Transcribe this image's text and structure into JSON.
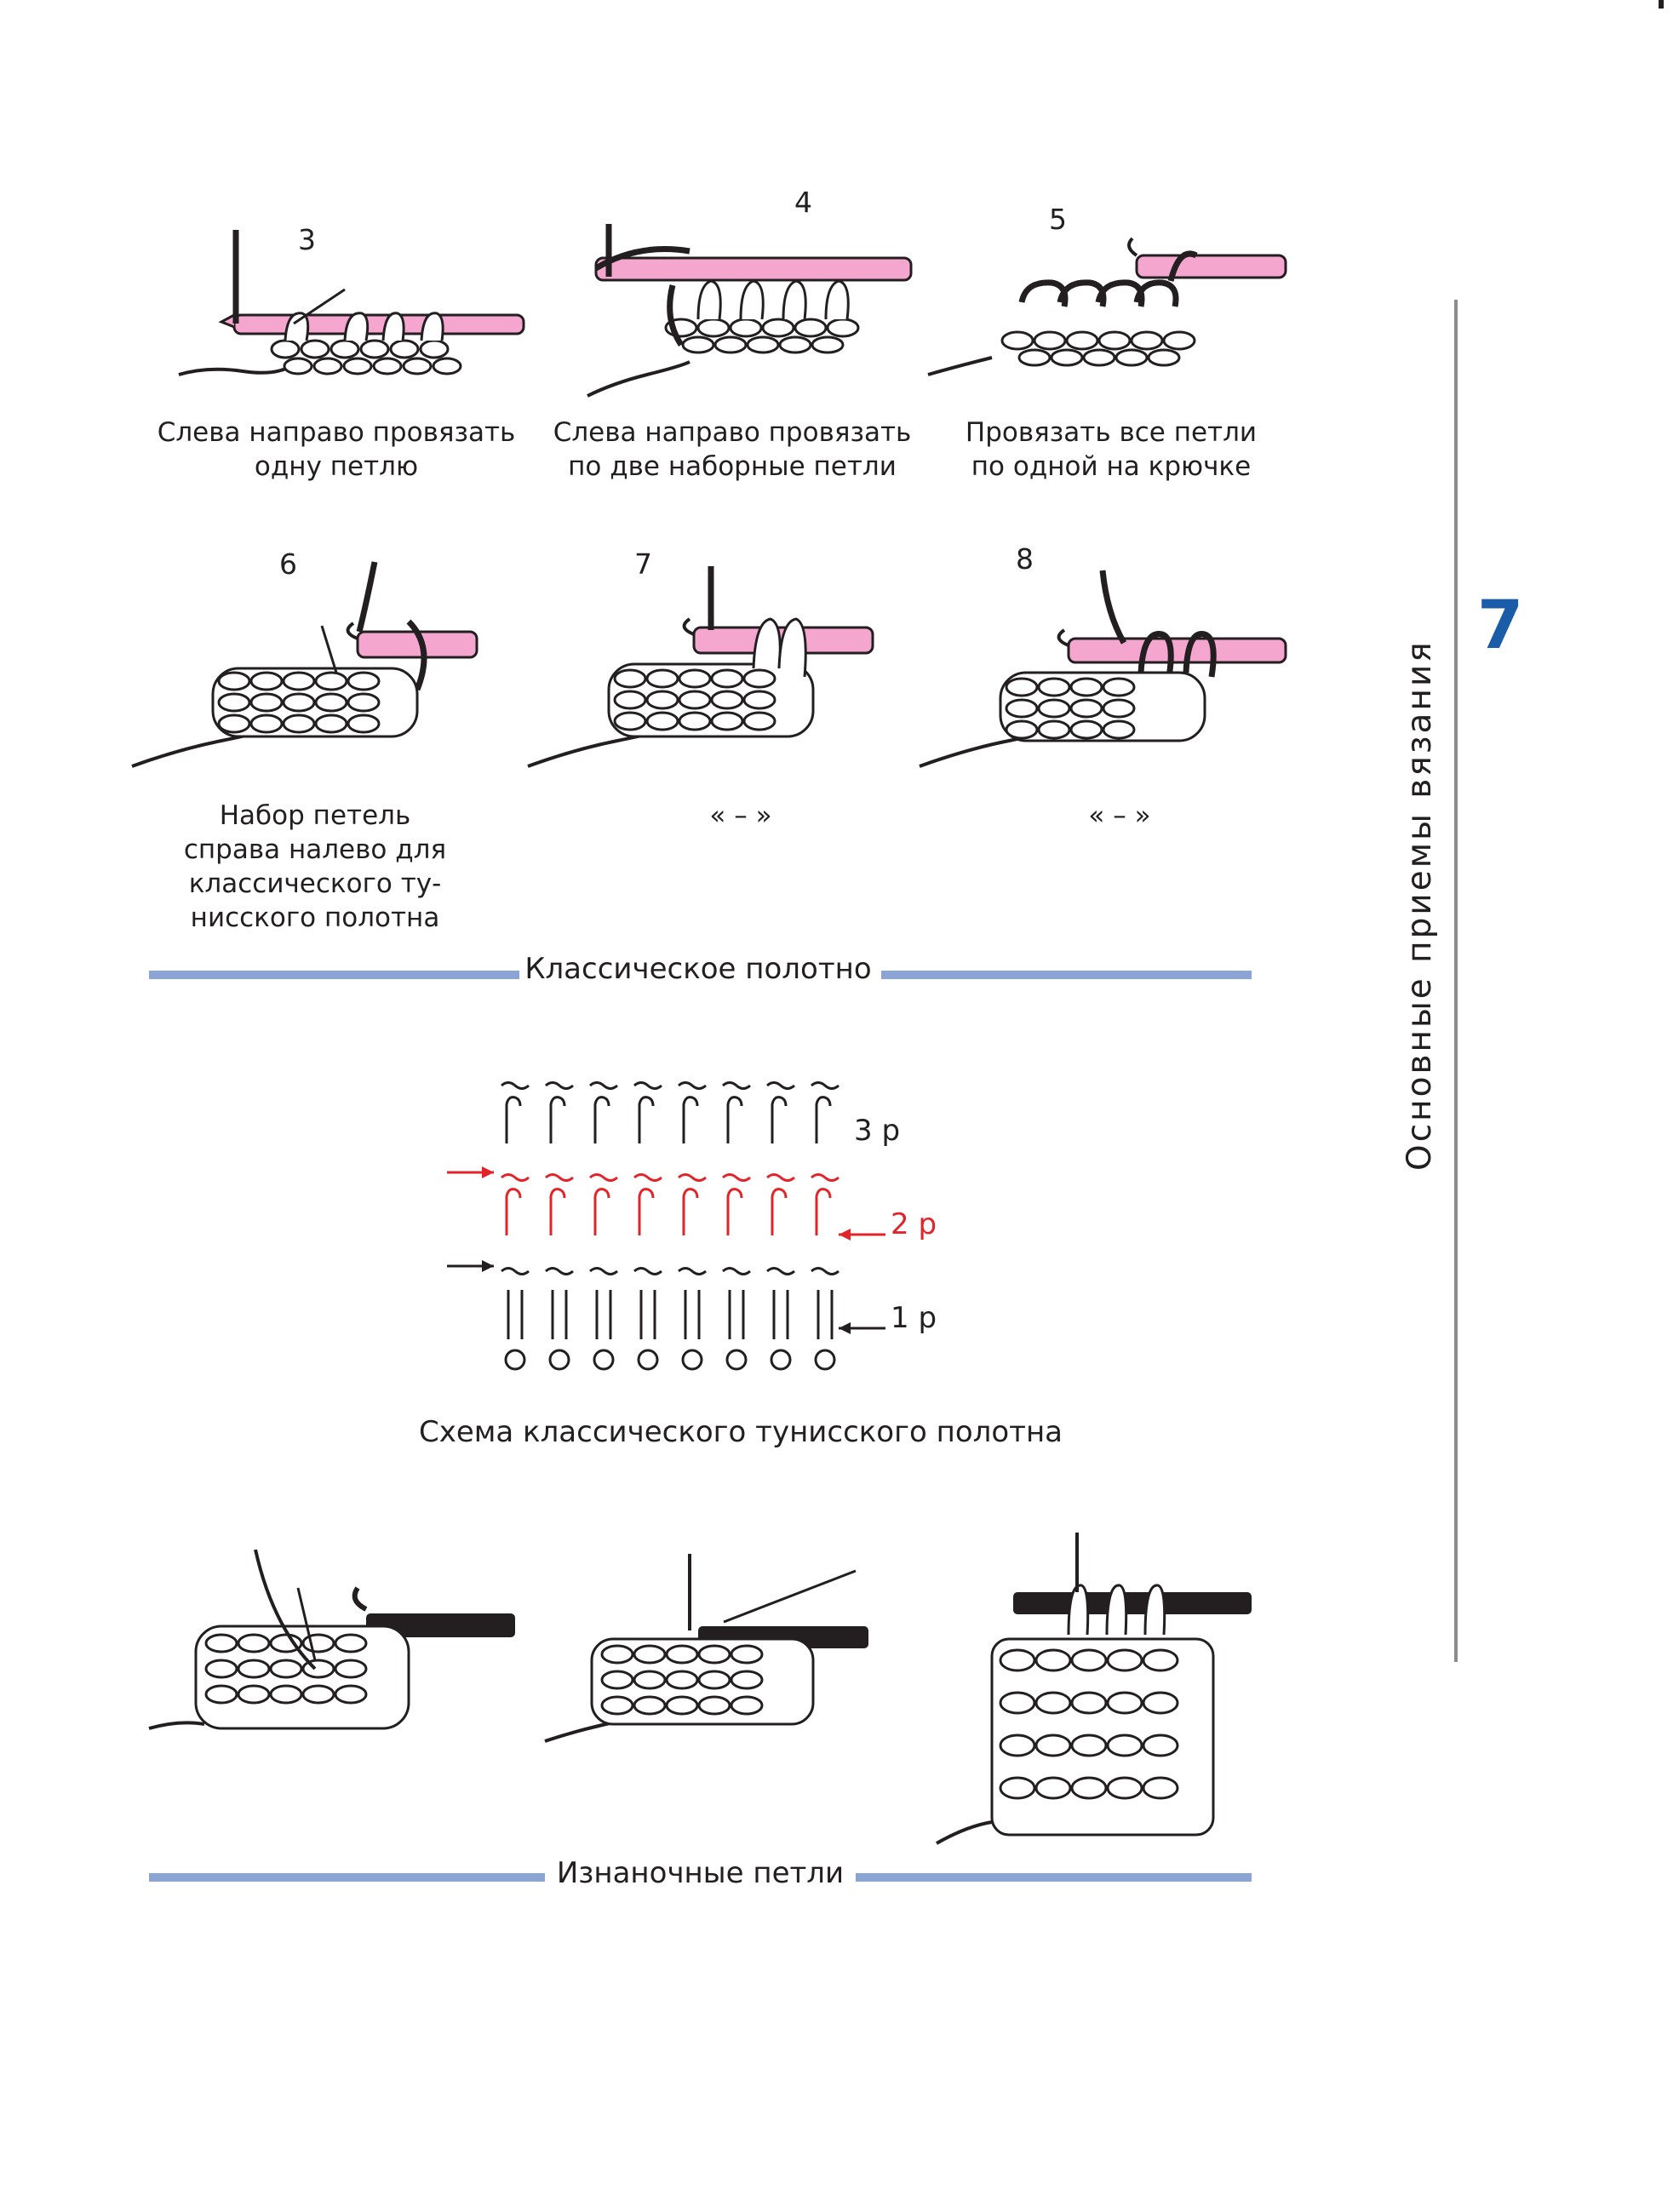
{
  "chapter": {
    "number": "7",
    "title": "Основные приемы вязания"
  },
  "steps": [
    {
      "number": "3",
      "caption": [
        "Слева направо провязать",
        "одну петлю"
      ]
    },
    {
      "number": "4",
      "caption": [
        "Слева направо провязать",
        "по  две наборные петли"
      ]
    },
    {
      "number": "5",
      "caption": [
        "Провязать все петли",
        "по одной на крючке"
      ]
    },
    {
      "number": "6",
      "caption": [
        "Набор петель",
        "справа налево для",
        "классического ту-",
        "нисского полотна"
      ]
    },
    {
      "number": "7",
      "caption": [
        "« – »"
      ]
    },
    {
      "number": "8",
      "caption": [
        "« – »"
      ]
    }
  ],
  "sections": {
    "classic": "Классическое полотно",
    "purl": "Изнаночные петли"
  },
  "scheme": {
    "caption": "Схема классического тунисского полотна",
    "rows": [
      {
        "label": "3 р"
      },
      {
        "label": "2 р"
      },
      {
        "label": "1 р"
      }
    ],
    "colors": {
      "row2": "#e2232a",
      "default": "#231f20"
    }
  },
  "colors": {
    "hook": "#f4a6cf",
    "rule": "#8ba4d4",
    "chapter": "#1a5ca8"
  }
}
